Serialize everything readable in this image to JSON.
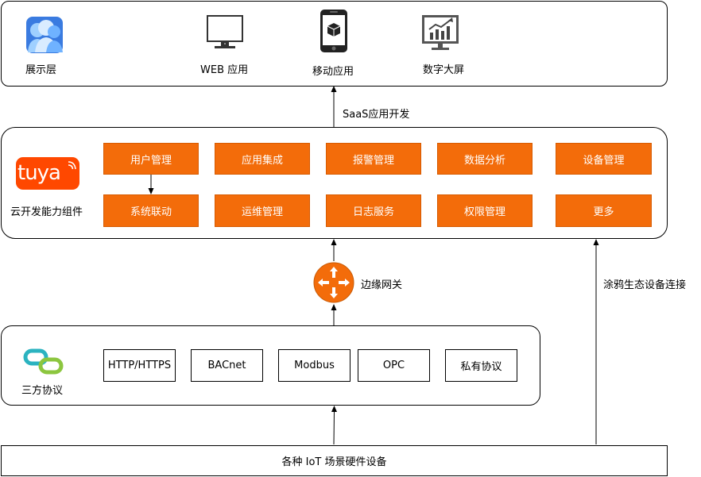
{
  "display_layer": {
    "label": "展示层",
    "items": [
      "WEB 应用",
      "移动应用",
      "数字大屏"
    ]
  },
  "saas_label": "SaaS应用开发",
  "cloud_layer": {
    "logo_text": "tuya",
    "label": "云开发能力组件",
    "row1": [
      "用户管理",
      "应用集成",
      "报警管理",
      "数据分析",
      "设备管理"
    ],
    "row2": [
      "系统联动",
      "运维管理",
      "日志服务",
      "权限管理",
      "更多"
    ]
  },
  "gateway_label": "边缘网关",
  "ecosystem_label": "涂鸦生态设备连接",
  "protocol_layer": {
    "label": "三方协议",
    "items": [
      "HTTP/HTTPS",
      "BACnet",
      "Modbus",
      "OPC",
      "私有协议"
    ]
  },
  "hardware_label": "各种 IoT 场景硬件设备",
  "colors": {
    "accent": "#f36c0a",
    "tuya_red": "#ff4800",
    "link_teal": "#2bb3c0",
    "link_green": "#8cc63f"
  }
}
